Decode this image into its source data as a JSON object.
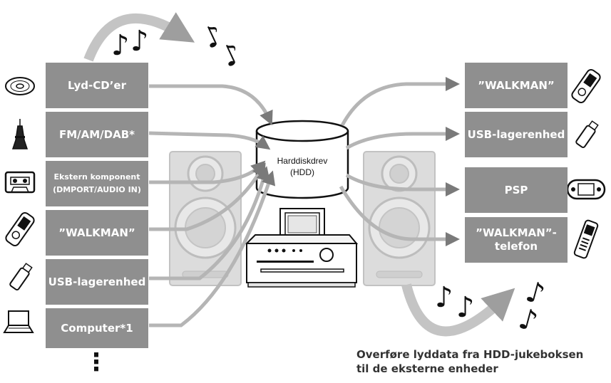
{
  "sources": [
    {
      "label": "Lyd-CD’er",
      "icon": "cd-icon"
    },
    {
      "label": "FM/AM/DAB*",
      "icon": "antenna-tower-icon"
    },
    {
      "label": "Ekstern komponent",
      "label2": "(DMPORT/AUDIO IN)",
      "icon": "cassette-icon"
    },
    {
      "label": "”WALKMAN”",
      "icon": "walkman-icon"
    },
    {
      "label": "USB-lagerenhed",
      "icon": "usb-stick-icon"
    },
    {
      "label": "Computer*1",
      "icon": "laptop-icon"
    }
  ],
  "hdd": {
    "line1": "Harddiskdrev",
    "line2": "(HDD)"
  },
  "destinations": [
    {
      "label": "”WALKMAN”",
      "icon": "walkman-icon"
    },
    {
      "label": "USB-lagerenhed",
      "icon": "usb-stick-icon"
    },
    {
      "label": "PSP",
      "icon": "psp-icon"
    },
    {
      "label": "”WALKMAN”-",
      "label2": "telefon",
      "icon": "mobile-phone-icon"
    }
  ],
  "caption": {
    "line1": "Overføre lyddata fra HDD-jukeboksen",
    "line2": "til de eksterne enheder"
  },
  "more_indicator": "⋮",
  "colors": {
    "box": "#8f8f8f",
    "arrow": "#b5b5b5",
    "speaker": "#d6d6d6"
  }
}
